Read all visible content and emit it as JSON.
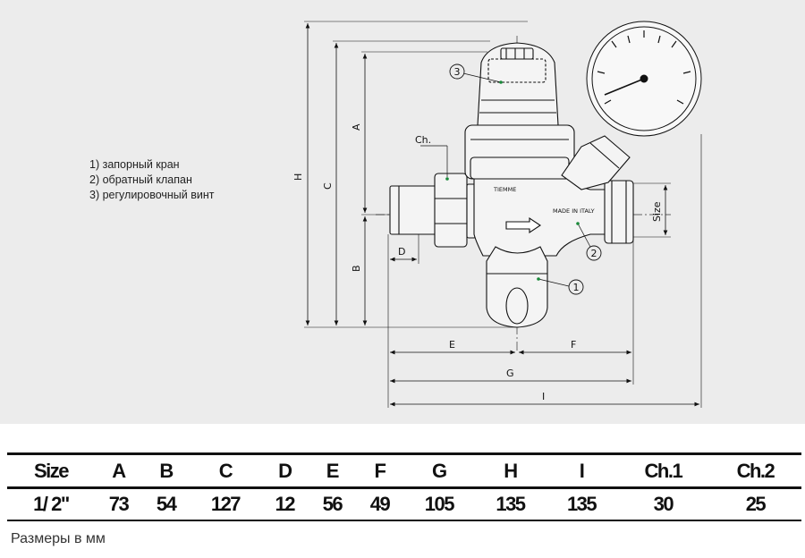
{
  "legend": [
    "1) запорный кран",
    "2) обратный клапан",
    "3) регулировочный винт"
  ],
  "drawing": {
    "dimensions": {
      "A": "A",
      "B": "B",
      "C": "C",
      "D": "D",
      "E": "E",
      "F": "F",
      "G": "G",
      "H": "H",
      "I": "I",
      "Ch": "Ch.",
      "Size": "Size"
    },
    "callouts": [
      "1",
      "2",
      "3"
    ],
    "body_marks": {
      "brand": "TIEMME",
      "made_in": "MADE IN ITALY"
    }
  },
  "table": {
    "headers": [
      "Size",
      "A",
      "B",
      "C",
      "D",
      "E",
      "F",
      "G",
      "H",
      "I",
      "Ch.1",
      "Ch.2"
    ],
    "rows": [
      [
        "1/ 2\"",
        "73",
        "54",
        "127",
        "12",
        "56",
        "49",
        "105",
        "135",
        "135",
        "30",
        "25"
      ]
    ]
  },
  "units_note": "Размеры в мм"
}
